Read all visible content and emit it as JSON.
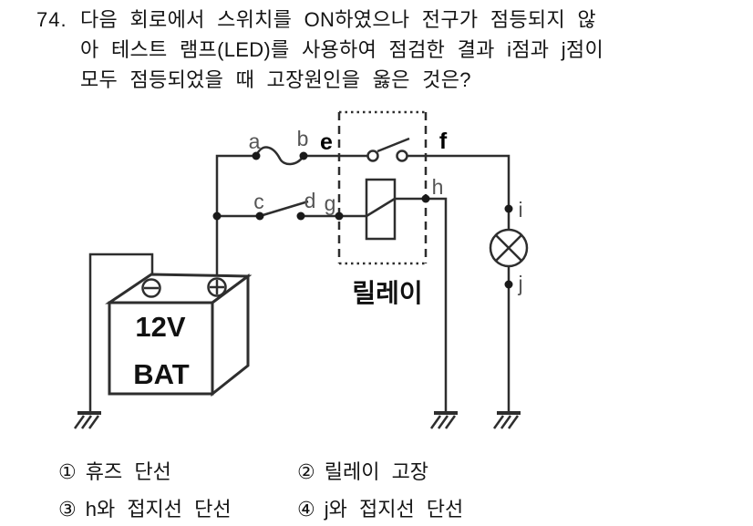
{
  "question": {
    "number": "74.",
    "line1": "다음 회로에서 스위치를 ON하였으나 전구가 점등되지 않",
    "line2": "아 테스트 램프(LED)를 사용하여 점검한 결과 i점과 j점이",
    "line3": "모두 점등되었을 때 고장원인을 옳은 것은?"
  },
  "diagram": {
    "labels": {
      "a": "a",
      "b": "b",
      "c": "c",
      "d": "d",
      "e": "e",
      "f": "f",
      "g": "g",
      "h": "h",
      "i": "i",
      "j": "j"
    },
    "relay_label": "릴레이",
    "battery": {
      "voltage": "12V",
      "name": "BAT"
    }
  },
  "options": [
    {
      "num": "①",
      "text": "휴즈 단선"
    },
    {
      "num": "②",
      "text": "릴레이 고장"
    },
    {
      "num": "③",
      "text": "h와 접지선 단선"
    },
    {
      "num": "④",
      "text": "j와 접지선 단선"
    }
  ],
  "colors": {
    "background": "#ffffff",
    "wire": "#2e2e2e",
    "point_label": "#555555",
    "text": "#141414"
  }
}
